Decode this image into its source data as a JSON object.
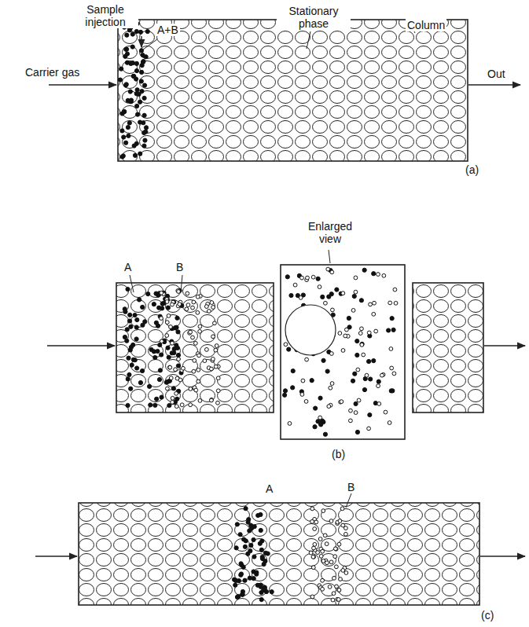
{
  "diagram": {
    "labels": [
      "Sample injection",
      "A+B",
      "Stationary phase",
      "Column",
      "Carrier gas",
      "Out",
      "(a)",
      "A",
      "B",
      "Enlarged view",
      "(b)",
      "A",
      "B",
      "(c)"
    ]
  }
}
